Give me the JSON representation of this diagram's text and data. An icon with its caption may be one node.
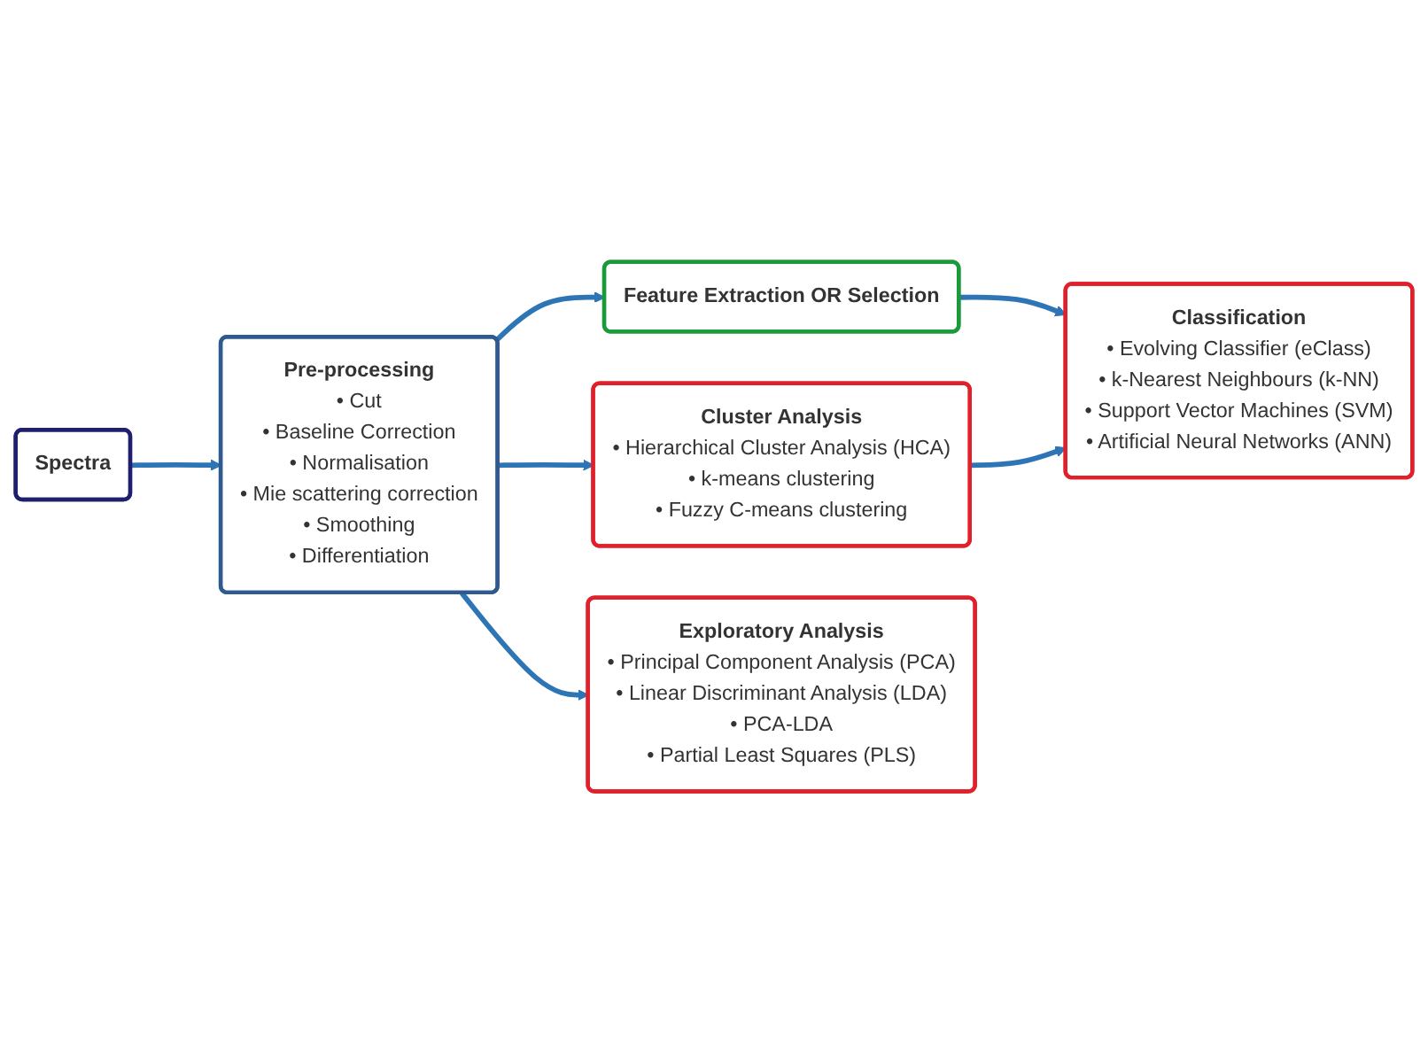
{
  "diagram": {
    "nodes": [
      {
        "text": [
          "Spectra"
        ]
      },
      {
        "text": [
          "Pre-processing",
          "• Cut",
          "• Baseline Correction",
          "• Normalisation",
          "• Mie scattering correction",
          "• Smoothing",
          "• Differentiation"
        ]
      },
      {
        "text": [
          "Cluster Analysis",
          "• Hierarchical Cluster Analysis (HCA)",
          "• k-means clustering",
          "• Fuzzy C-means clustering"
        ]
      },
      {
        "text": [
          "Feature Extraction OR Selection"
        ]
      },
      {
        "text": [
          "Classification",
          "• Evolving Classifier (eClass)",
          "• k-Nearest Neighbours (k-NN)",
          "• Support Vector Machines (SVM)",
          "• Artificial Neural Networks (ANN)"
        ]
      },
      {
        "text": [
          "Exploratory Analysis",
          "• Principal Component Analysis (PCA)",
          "• Linear Discriminant Analysis (LDA)",
          "• PCA-LDA",
          "• Partial Least Squares (PLS)"
        ]
      }
    ],
    "edges": [
      {
        "from": 0,
        "to": 1,
        "arrow": "to"
      },
      {
        "from": 1,
        "to": 2,
        "arrow": "to"
      },
      {
        "from": 1,
        "to": 3,
        "arrow": "to"
      },
      {
        "from": 1,
        "to": 5,
        "arrow": "to"
      },
      {
        "from": 3,
        "to": 4,
        "arrow": "to"
      },
      {
        "from": 2,
        "to": 4,
        "arrow": "to"
      }
    ]
  }
}
